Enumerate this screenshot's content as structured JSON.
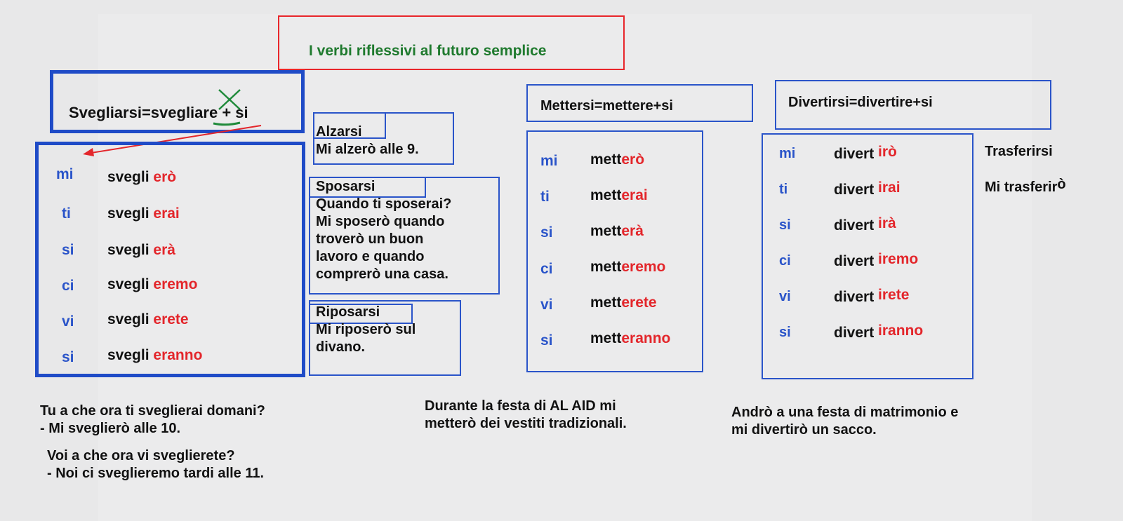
{
  "title": "I verbi riflessivi al futuro semplice",
  "svegliarsi": {
    "infinitive_prefix": "Svegliarsi=svegli",
    "infinitive_marked": "are",
    "infinitive_suffix": " + si",
    "rows": [
      {
        "pronoun": "mi",
        "stem": "svegli",
        "ending": "erò"
      },
      {
        "pronoun": "ti",
        "stem": "svegli",
        "ending": "erai"
      },
      {
        "pronoun": "si",
        "stem": "svegli",
        "ending": "erà"
      },
      {
        "pronoun": "ci",
        "stem": "svegli",
        "ending": "eremo"
      },
      {
        "pronoun": "vi",
        "stem": "svegli",
        "ending": "erete"
      },
      {
        "pronoun": "si",
        "stem": "svegli",
        "ending": "eranno"
      }
    ],
    "examples": [
      "Tu a che ora ti sveglierai domani?",
      "- Mi sveglierò alle 10.",
      "Voi a che ora vi sveglierete?",
      "- Noi ci sveglieremo tardi alle 11."
    ]
  },
  "alzarsi": {
    "heading": "Alzarsi",
    "lines": [
      "Mi alzerò alle 9."
    ]
  },
  "sposarsi": {
    "heading": "Sposarsi",
    "lines": [
      "Quando ti sposerai?",
      "Mi sposerò quando",
      "troverò un buon",
      "lavoro e quando",
      "comprerò una casa."
    ]
  },
  "riposarsi": {
    "heading": "Riposarsi",
    "lines": [
      "Mi riposerò  sul",
      "divano."
    ]
  },
  "mettersi": {
    "infinitive": "Mettersi=mettere+si",
    "rows": [
      {
        "pronoun": "mi",
        "stem": "mett",
        "ending": "erò"
      },
      {
        "pronoun": "ti",
        "stem": "mett",
        "ending": "erai"
      },
      {
        "pronoun": "si",
        "stem": "mett",
        "ending": "erà"
      },
      {
        "pronoun": "ci",
        "stem": "mett",
        "ending": "eremo"
      },
      {
        "pronoun": "vi",
        "stem": "mett",
        "ending": "erete"
      },
      {
        "pronoun": "si",
        "stem": "mett",
        "ending": "eranno"
      }
    ],
    "examples": [
      "Durante la festa di AL AID mi",
      "metterò dei vestiti tradizionali."
    ]
  },
  "divertirsi": {
    "infinitive": "Divertirsi=divertire+si",
    "rows": [
      {
        "pronoun": "mi",
        "stem": "divert",
        "ending": "irò"
      },
      {
        "pronoun": "ti",
        "stem": "divert",
        "ending": "irai"
      },
      {
        "pronoun": "si",
        "stem": "divert",
        "ending": "irà"
      },
      {
        "pronoun": "ci",
        "stem": "divert",
        "ending": "iremo"
      },
      {
        "pronoun": "vi",
        "stem": "divert",
        "ending": "irete"
      },
      {
        "pronoun": "si",
        "stem": "divert",
        "ending": "iranno"
      }
    ],
    "examples": [
      "Andrò a una festa di matrimonio e",
      "mi divertirò un sacco."
    ]
  },
  "trasferirsi": {
    "heading": "Trasferirsi",
    "example_base": "Mi trasferir",
    "example_accent": "ò"
  },
  "colors": {
    "pronoun": "#2a54c9",
    "ending": "#e3262b",
    "title": "#1f7a2e",
    "frame": "#e8262b"
  }
}
